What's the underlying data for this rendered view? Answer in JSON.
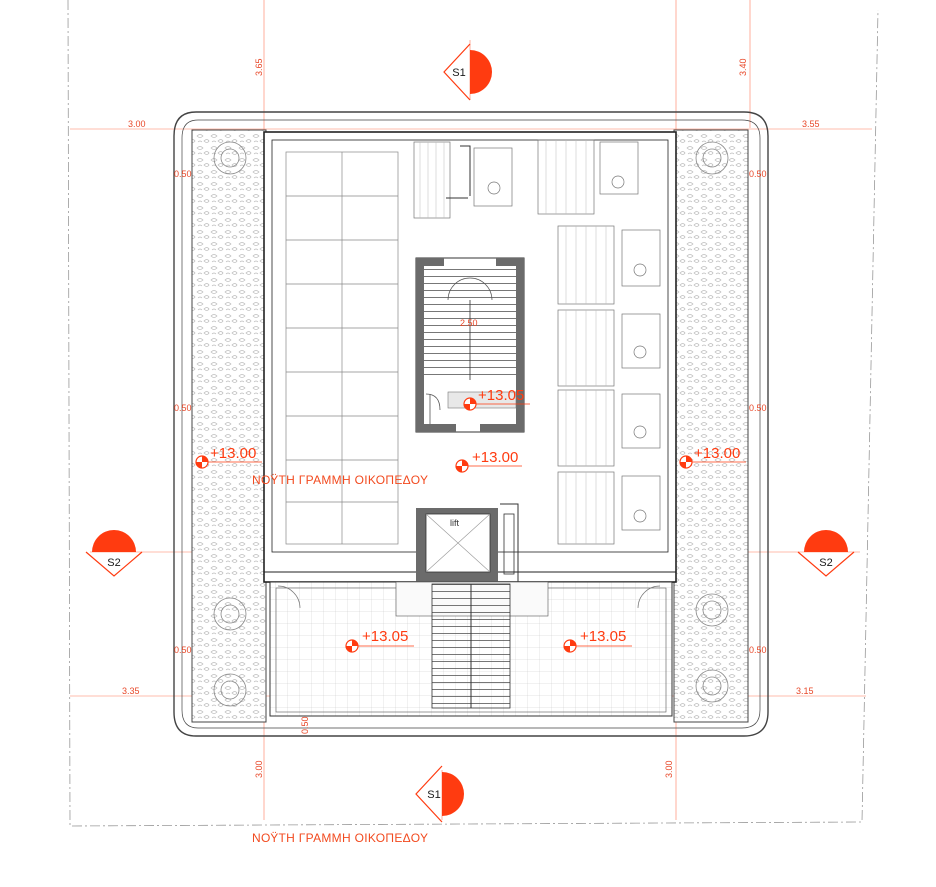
{
  "plot_line_label": "ΝΟΫΤΗ ΓΡΑΜΜΗ ΟΙΚΟΠΕΔΟΥ",
  "section_markers": {
    "s1": "S1",
    "s2": "S2"
  },
  "elevations": {
    "stair_landing": "+13.05",
    "roof_center": "+13.00",
    "roof_left": "+13.00",
    "roof_right": "+13.00",
    "terrace_left": "+13.05",
    "terrace_right": "+13.05"
  },
  "dimensions": {
    "top_left_vertical": "3.65",
    "top_right_vertical": "3.40",
    "left_horizontal_upper": "3.00",
    "right_horizontal_upper": "3.55",
    "left_horizontal_lower": "3.35",
    "right_horizontal_lower": "3.15",
    "left_strip_top": "0.50",
    "left_strip_mid": "0.50",
    "left_strip_bottom": "0.50",
    "right_strip_top": "0.50",
    "right_strip_mid": "0.50",
    "right_strip_bottom": "0.50",
    "bottom_strip": "0.50",
    "bottom_left_vertical": "3.00",
    "bottom_right_vertical": "3.00",
    "stair_width": "2.50"
  },
  "room_labels": {
    "lift": "lift"
  },
  "colors": {
    "annotation": "#ff3b10",
    "wall": "#555555",
    "line": "#222222",
    "planter": "#cfcfcf"
  }
}
